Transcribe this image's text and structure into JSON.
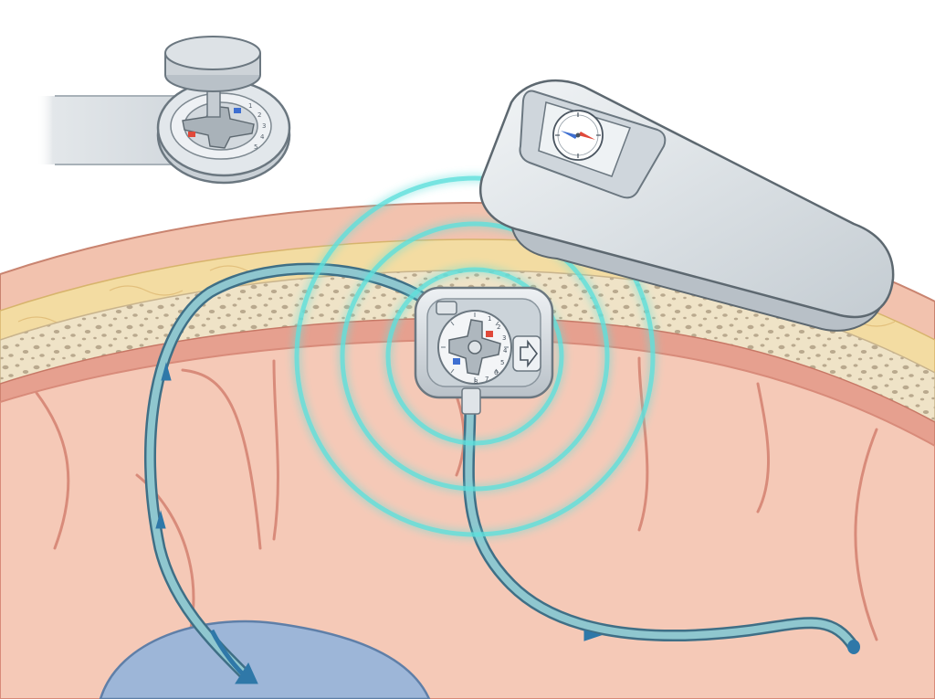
{
  "colors": {
    "background": "#ffffff",
    "scalp": "#f2c2ae",
    "scalp_edge": "#c98470",
    "fat_layer": "#f3dca2",
    "bone": "#efe3c7",
    "bone_pores": "#b9a98e",
    "dura": "#e6a08f",
    "brain": "#f5c9b7",
    "brain_fold": "#d88b7a",
    "ventricle": "#9db6d8",
    "catheter": "#8fc7cf",
    "catheter_edge": "#3f6f86",
    "flow_arrow": "#2f78a8",
    "signal_rings": "#5fe0dc",
    "device_metal": "#d7dde2",
    "device_edge": "#6b7780",
    "magnet_red": "#e0493a",
    "magnet_blue": "#3e6fd1"
  },
  "icons": {
    "adjustment_tool": "wrench-tool-icon",
    "programmer": "handheld-compass-programmer-icon",
    "valve": "programmable-shunt-valve-icon",
    "arrow": "flow-arrow-icon"
  },
  "dial_numbers": [
    "1",
    "2",
    "3",
    "4",
    "5",
    "6",
    "7",
    "8"
  ],
  "tool_dial_numbers": [
    "1",
    "2",
    "3",
    "4",
    "5"
  ]
}
